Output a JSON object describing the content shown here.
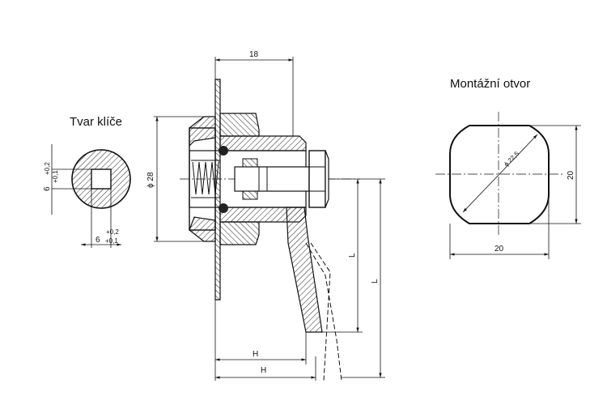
{
  "key_shape": {
    "title": "Tvar klíče",
    "vertical_dim": "6",
    "vertical_tol_upper": "+0,2",
    "vertical_tol_lower": "+0,1",
    "horizontal_dim": "6",
    "horizontal_tol_upper": "+0,2",
    "horizontal_tol_lower": "+0,1"
  },
  "section": {
    "width_dim": "18",
    "diameter_dim": "ϕ 28",
    "L_short": "L",
    "L_long": "L",
    "H_short": "H",
    "H_long": "H"
  },
  "mounting_hole": {
    "title": "Montážní otvor",
    "diameter_dim": "ϕ 22,5",
    "width_dim": "20",
    "height_dim": "20"
  }
}
